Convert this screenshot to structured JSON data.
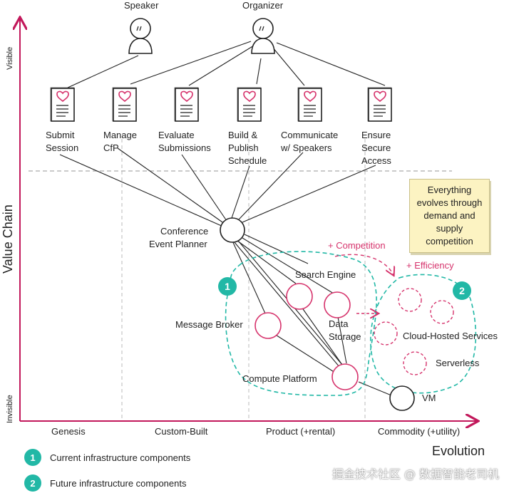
{
  "axes": {
    "y_label": "Value Chain",
    "y_top": "Visible",
    "y_bottom": "Invisible",
    "x_label": "Evolution",
    "stages": [
      "Genesis",
      "Custom-Built",
      "Product (+rental)",
      "Commodity (+utility)"
    ]
  },
  "users": {
    "speaker": "Speaker",
    "organizer": "Organizer"
  },
  "needs": [
    {
      "line1": "Submit",
      "line2": "Session",
      "line3": ""
    },
    {
      "line1": "Manage",
      "line2": "CfP",
      "line3": ""
    },
    {
      "line1": "Evaluate",
      "line2": "Submissions",
      "line3": ""
    },
    {
      "line1": "Build &",
      "line2": "Publish",
      "line3": "Schedule"
    },
    {
      "line1": "Communicate",
      "line2": "w/ Speakers",
      "line3": ""
    },
    {
      "line1": "Ensure",
      "line2": "Secure",
      "line3": "Access"
    }
  ],
  "components": {
    "planner_line1": "Conference",
    "planner_line2": "Event Planner",
    "search": "Search Engine",
    "broker": "Message Broker",
    "storage_line1": "Data",
    "storage_line2": "Storage",
    "compute": "Compute Platform",
    "vm": "VM",
    "cloud": "Cloud-Hosted Services",
    "serverless": "Serverless"
  },
  "annotations": {
    "competition": "+ Competition",
    "efficiency": "+ Efficiency",
    "badge1": "1",
    "badge2": "2"
  },
  "note": "Everything evolves through demand and supply competition",
  "legend": [
    {
      "badge": "1",
      "text": "Current infrastructure components"
    },
    {
      "badge": "2",
      "text": "Future infrastructure components"
    }
  ],
  "watermark": "掘金技术社区 @ 数据智能老司机",
  "colors": {
    "axis": "#c2185b",
    "highlight": "#d6336c",
    "group": "#22b8a6"
  }
}
